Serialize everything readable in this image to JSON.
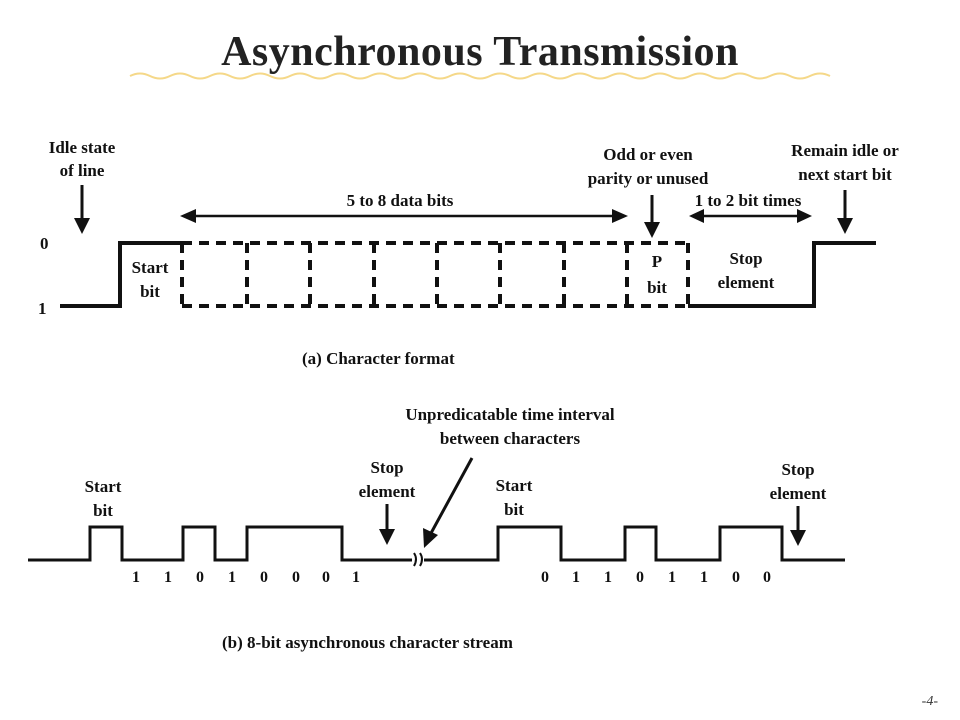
{
  "slide": {
    "title": "Asynchronous Transmission",
    "page_number": "-4-",
    "underline_color": "#f5d889"
  },
  "format_diagram": {
    "idle_state_label": [
      "Idle state",
      "of line"
    ],
    "level_0_label": "0",
    "level_1_label": "1",
    "data_bits_label": "5 to 8 data bits",
    "parity_label": [
      "Odd or even",
      "parity or unused"
    ],
    "remain_idle_label": [
      "Remain idle or",
      "next start bit"
    ],
    "bit_times_label": "1 to 2 bit times",
    "start_bit_label": [
      "Start",
      "bit"
    ],
    "parity_bit_label": [
      "P",
      "bit"
    ],
    "stop_element_label": [
      "Stop",
      "element"
    ],
    "caption": "(a) Character format"
  },
  "stream_diagram": {
    "interval_label": [
      "Unpredicatable time interval",
      "between characters"
    ],
    "start_bit_label": [
      "Start",
      "bit"
    ],
    "stop_element_label": [
      "Stop",
      "element"
    ],
    "first_char_bits": [
      "1",
      "1",
      "0",
      "1",
      "0",
      "0",
      "0",
      "1"
    ],
    "second_char_bits": [
      "0",
      "1",
      "1",
      "0",
      "1",
      "1",
      "0",
      "0"
    ],
    "caption": "(b) 8-bit asynchronous character stream"
  }
}
